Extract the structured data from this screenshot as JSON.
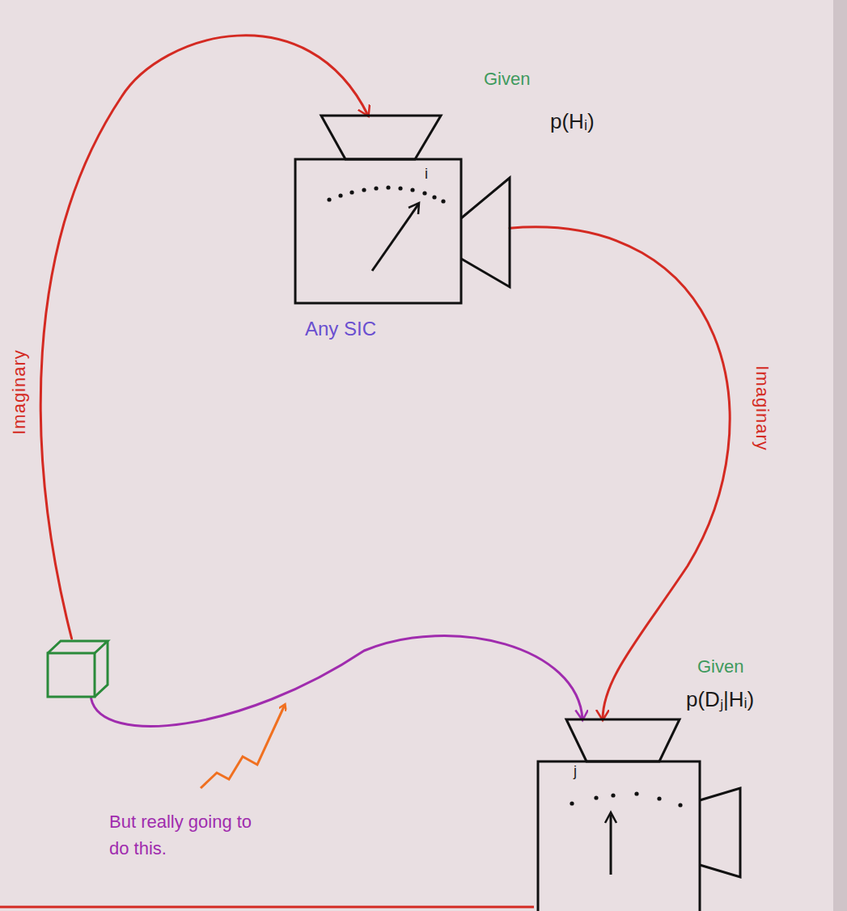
{
  "diagram": {
    "nodes": [
      {
        "text": [
          "Given",
          "p(Hᵢ)",
          "i",
          "Any SIC"
        ]
      },
      {
        "text": []
      },
      {
        "text": [
          "Given",
          "p(Dⱼ|Hᵢ)",
          "j"
        ]
      }
    ],
    "edges": [
      {
        "from": 1,
        "to": 0,
        "arrow": "to",
        "label": "Imaginary"
      },
      {
        "from": 0,
        "to": 2,
        "arrow": "to",
        "label": "Imaginary"
      },
      {
        "from": 1,
        "to": 2,
        "arrow": "to"
      }
    ],
    "labels": [
      "But really going to do this."
    ]
  }
}
